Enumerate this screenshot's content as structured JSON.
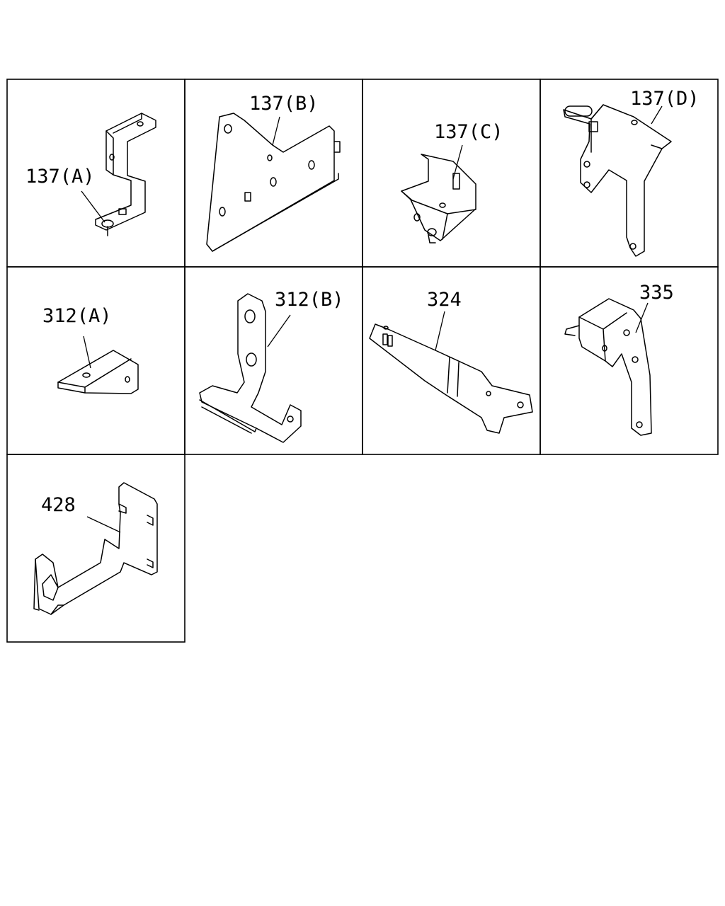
{
  "parts": [
    {
      "id": "p137a",
      "label": "137(A)"
    },
    {
      "id": "p137b",
      "label": "137(B)"
    },
    {
      "id": "p137c",
      "label": "137(C)"
    },
    {
      "id": "p137d",
      "label": "137(D)"
    },
    {
      "id": "p312a",
      "label": "312(A)"
    },
    {
      "id": "p312b",
      "label": "312(B)"
    },
    {
      "id": "p324",
      "label": "324"
    },
    {
      "id": "p335",
      "label": "335"
    },
    {
      "id": "p428",
      "label": "428"
    }
  ]
}
